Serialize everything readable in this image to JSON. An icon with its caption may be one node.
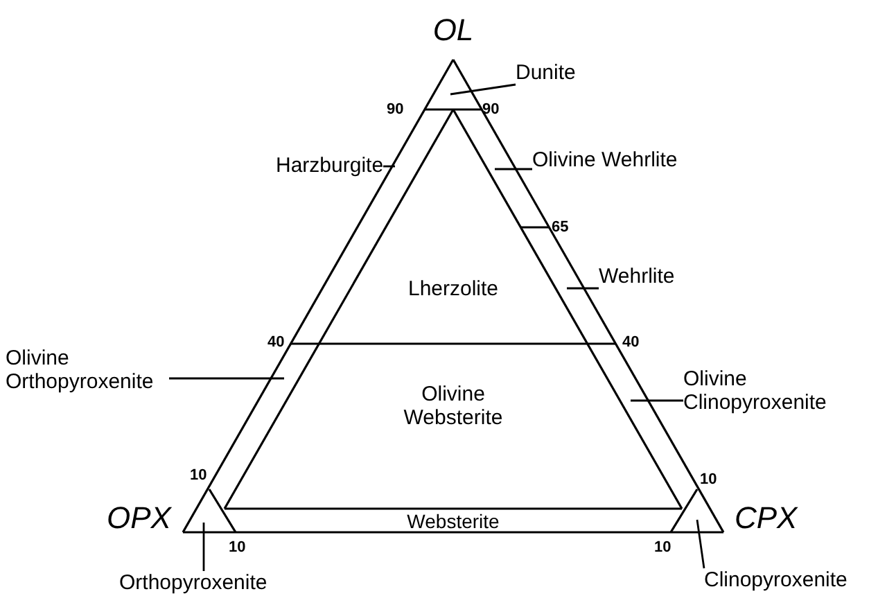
{
  "diagram": {
    "nodes": [
      {
        "text": [
          "Dunite"
        ]
      },
      {
        "text": [
          "Harzburgite"
        ]
      },
      {
        "text": [
          "Olivine Wehrlite"
        ]
      },
      {
        "text": [
          "Wehrlite"
        ]
      },
      {
        "text": [
          "Olivine Orthopyroxenite"
        ]
      },
      {
        "text": [
          "Olivine Clinopyroxenite"
        ]
      },
      {
        "text": [
          "Orthopyroxenite"
        ]
      },
      {
        "text": [
          "Clinopyroxenite"
        ]
      }
    ],
    "edges": [
      {
        "from": 0,
        "to": null,
        "arrow": "none"
      },
      {
        "from": 1,
        "to": null,
        "arrow": "none"
      },
      {
        "from": 2,
        "to": null,
        "arrow": "none"
      },
      {
        "from": 3,
        "to": null,
        "arrow": "none"
      },
      {
        "from": 4,
        "to": null,
        "arrow": "none"
      },
      {
        "from": 5,
        "to": null,
        "arrow": "none"
      },
      {
        "from": 6,
        "to": null,
        "arrow": "none"
      },
      {
        "from": 7,
        "to": null,
        "arrow": "none"
      }
    ],
    "labels": [
      "OL",
      "90",
      "90",
      "65",
      "Lherzolite",
      "40",
      "40",
      "Olivine Websterite",
      "10",
      "10",
      "OPX",
      "Websterite",
      "CPX",
      "10",
      "10"
    ]
  }
}
